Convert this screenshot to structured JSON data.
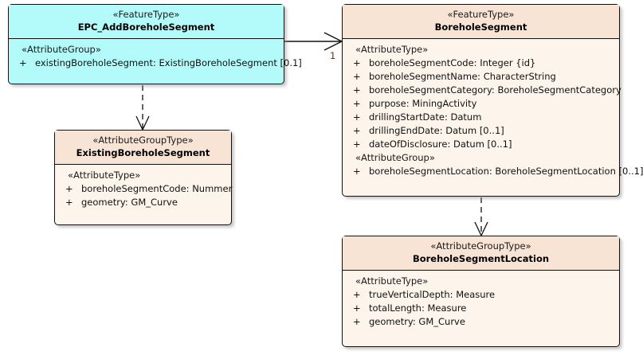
{
  "diagram": {
    "type": "uml-class-diagram",
    "background_color": "#ffffff",
    "colors": {
      "feature_type_fill": "#b3fbfb",
      "attribute_group_header_fill": "#f8e4d5",
      "attribute_group_body_fill": "#fdf4ec",
      "border": "#111111",
      "multiplicity_text": "#5a3a10"
    }
  },
  "classes": {
    "epc_add_borehole_segment": {
      "stereotype": "«FeatureType»",
      "name": "EPC_AddBoreholeSegment",
      "groups": [
        {
          "label": "«AttributeGroup»",
          "attributes": [
            {
              "visibility": "+",
              "text": "existingBoreholeSegment: ExistingBoreholeSegment [0.1]"
            }
          ]
        }
      ]
    },
    "borehole_segment": {
      "stereotype": "«FeatureType»",
      "name": "BoreholeSegment",
      "groups": [
        {
          "label": "«AttributeType»",
          "attributes": [
            {
              "visibility": "+",
              "text": "boreholeSegmentCode: Integer {id}"
            },
            {
              "visibility": "+",
              "text": "boreholeSegmentName: CharacterString"
            },
            {
              "visibility": "+",
              "text": "boreholeSegmentCategory: BoreholeSegmentCategory"
            },
            {
              "visibility": "+",
              "text": "purpose: MiningActivity"
            },
            {
              "visibility": "+",
              "text": "drillingStartDate: Datum"
            },
            {
              "visibility": "+",
              "text": "drillingEndDate: Datum [0..1]"
            },
            {
              "visibility": "+",
              "text": "dateOfDisclosure: Datum [0..1]"
            }
          ]
        },
        {
          "label": "«AttributeGroup»",
          "attributes": [
            {
              "visibility": "+",
              "text": "boreholeSegmentLocation: BoreholeSegmentLocation [0..1]"
            }
          ]
        }
      ]
    },
    "existing_borehole_segment": {
      "stereotype": "«AttributeGroupType»",
      "name": "ExistingBoreholeSegment",
      "groups": [
        {
          "label": "«AttributeType»",
          "attributes": [
            {
              "visibility": "+",
              "text": "boreholeSegmentCode: Nummer"
            },
            {
              "visibility": "+",
              "text": "geometry: GM_Curve"
            }
          ]
        }
      ]
    },
    "borehole_segment_location": {
      "stereotype": "«AttributeGroupType»",
      "name": "BoreholeSegmentLocation",
      "groups": [
        {
          "label": "«AttributeType»",
          "attributes": [
            {
              "visibility": "+",
              "text": "trueVerticalDepth: Measure"
            },
            {
              "visibility": "+",
              "text": "totalLength: Measure"
            },
            {
              "visibility": "+",
              "text": "geometry: GM_Curve"
            }
          ]
        }
      ]
    }
  },
  "connectors": [
    {
      "id": "assoc-epc-to-bhs",
      "kind": "association-open-arrow",
      "from": "epc_add_borehole_segment",
      "to": "borehole_segment",
      "target_multiplicity": "1"
    },
    {
      "id": "dep-epc-to-ebs",
      "kind": "dependency-dashed-arrow",
      "from": "epc_add_borehole_segment",
      "to": "existing_borehole_segment",
      "target_multiplicity": ""
    },
    {
      "id": "dep-bhs-to-bsl",
      "kind": "dependency-dashed-arrow",
      "from": "borehole_segment",
      "to": "borehole_segment_location",
      "target_multiplicity": ""
    }
  ]
}
